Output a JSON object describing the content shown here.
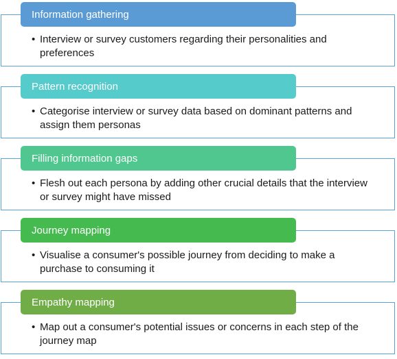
{
  "steps": [
    {
      "title": "Information gathering",
      "color": "#5b9bd5",
      "bullet": "Interview or survey customers regarding their personalities and preferences"
    },
    {
      "title": "Pattern recognition",
      "color": "#56cbcc",
      "bullet": "Categorise interview or survey data based on dominant patterns and assign them personas"
    },
    {
      "title": "Filling information gaps",
      "color": "#4fc78e",
      "bullet": "Flesh out each persona by adding other crucial details that the interview or survey might have missed"
    },
    {
      "title": "Journey mapping",
      "color": "#45bb4f",
      "bullet": "Visualise a consumer's possible journey from deciding to make a purchase to consuming it"
    },
    {
      "title": "Empathy mapping",
      "color": "#70ad47",
      "bullet": "Map out a consumer's potential issues or concerns in each step of the journey map"
    }
  ],
  "bullet_symbol": "•"
}
